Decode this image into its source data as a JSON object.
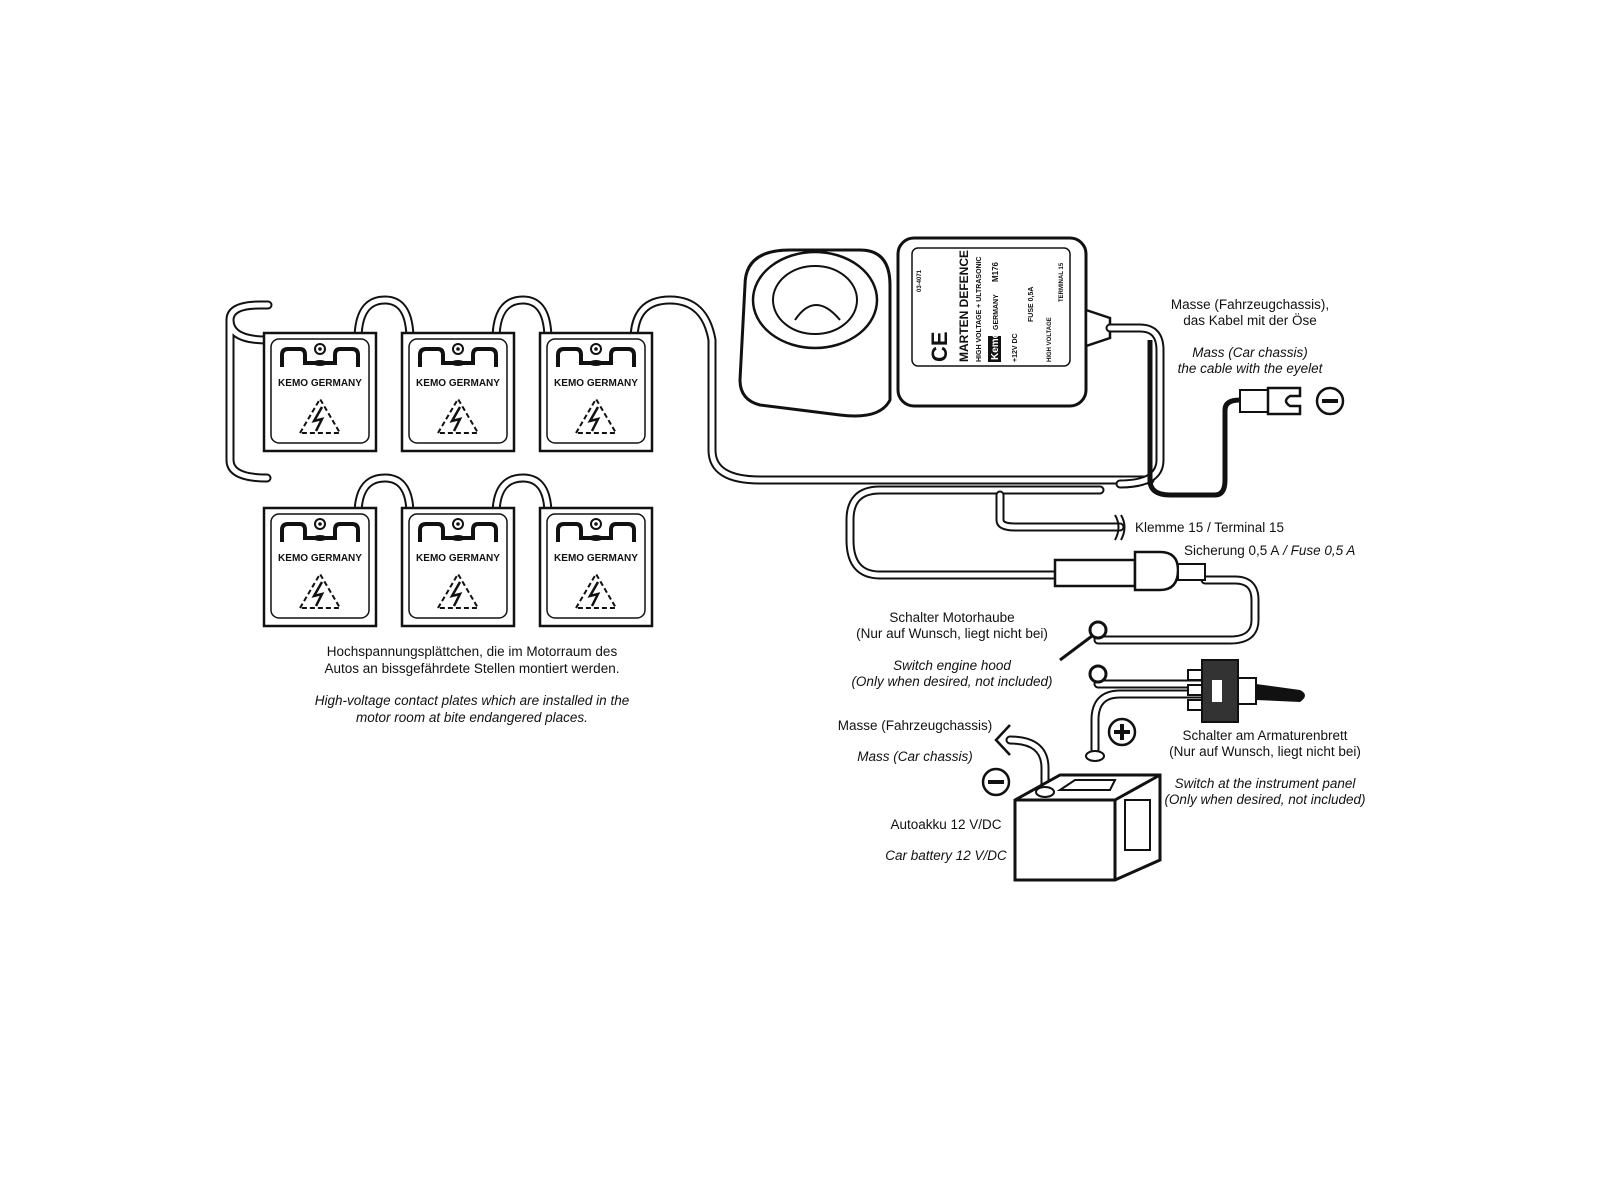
{
  "plates": {
    "brand": "KEMO GERMANY",
    "caption_de": [
      "Hochspannungsplättchen, die im Motorraum des",
      "Autos an bissgefährdete Stellen montiert werden."
    ],
    "caption_en": [
      "High-voltage contact plates which are installed in the",
      "motor room at bite endangered places."
    ]
  },
  "device": {
    "title": "MARTEN DEFENCE",
    "subtitle": "HIGH VOLTAGE + ULTRASONIC",
    "brand": "Kemo",
    "model": "M176",
    "country": "GERMANY",
    "fuse": "FUSE 0,5A",
    "terminal": "TERMINAL 15",
    "voltage": "+12V DC",
    "hv": "HIGH VOLTAGE",
    "code": "03-4071",
    "ce": "CE"
  },
  "labels": {
    "mass_eyelet_de": [
      "Masse (Fahrzeugchassis),",
      "das Kabel mit der Öse"
    ],
    "mass_eyelet_en": [
      "Mass (Car chassis)",
      "the cable with the eyelet"
    ],
    "terminal15": "Klemme 15  / Terminal 15",
    "fuse_de": "Sicherung 0,5 A",
    "fuse_en": " / Fuse 0,5 A",
    "hood_switch_de": [
      "Schalter Motorhaube",
      "(Nur auf Wunsch, liegt nicht bei)"
    ],
    "hood_switch_en": [
      "Switch engine hood",
      "(Only when desired, not included)"
    ],
    "mass_de": "Masse (Fahrzeugchassis)",
    "mass_en": "Mass (Car chassis)",
    "dash_switch_de": [
      "Schalter am Armaturenbrett",
      "(Nur auf Wunsch, liegt nicht bei)"
    ],
    "dash_switch_en": [
      "Switch at the instrument panel",
      "(Only when desired, not included)"
    ],
    "battery_de": "Autoakku 12 V/DC",
    "battery_en": "Car battery 12 V/DC",
    "minus": "−",
    "plus": "+"
  }
}
